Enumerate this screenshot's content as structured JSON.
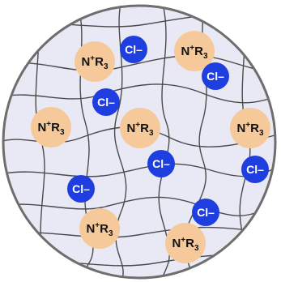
{
  "colors": {
    "background": "#e8e9f5",
    "border": "#6e6e6e",
    "fiber": "#4a4a4a",
    "cation_fill": "#f6c99a",
    "anion_fill": "#1f3ee0"
  },
  "labels": {
    "cation_group": "N",
    "cation_charge": "+",
    "cation_sub": "R",
    "cation_subscript": "3",
    "anion": "Cl–"
  },
  "cations": [
    {
      "id": "c1"
    },
    {
      "id": "c2"
    },
    {
      "id": "c3"
    },
    {
      "id": "c4"
    },
    {
      "id": "c5"
    },
    {
      "id": "c6"
    },
    {
      "id": "c7"
    }
  ],
  "anions": [
    {
      "id": "a1"
    },
    {
      "id": "a2"
    },
    {
      "id": "a3"
    },
    {
      "id": "a4"
    },
    {
      "id": "a5"
    },
    {
      "id": "a6"
    },
    {
      "id": "a7"
    },
    {
      "id": "a8"
    }
  ]
}
